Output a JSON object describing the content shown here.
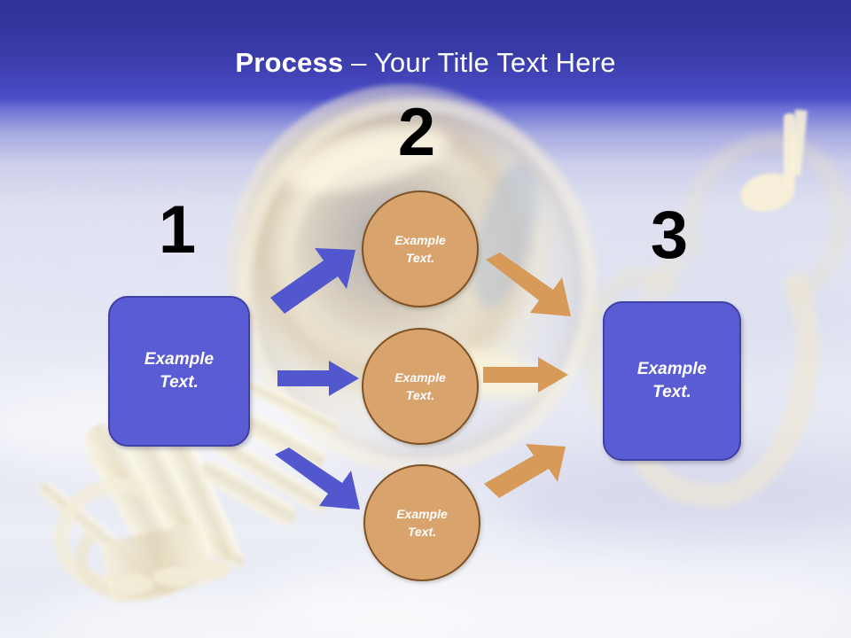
{
  "slide": {
    "title": {
      "strong": "Process",
      "rest": " – Your Title Text Here"
    },
    "colors": {
      "header_top": "#2f3296",
      "header_bottom": "#4a4cc6",
      "box_fill": "#5a5cd4",
      "box_border": "#3f3fa6",
      "circle_fill": "#d9a36d",
      "circle_border": "#7e5227",
      "arrow_blue": "#5357cd",
      "arrow_orange": "#d79a58",
      "number_color": "#000000",
      "title_color": "#ffffff"
    }
  },
  "steps": [
    {
      "number": "1",
      "label": "Example\nText."
    },
    {
      "number": "2",
      "label": ""
    },
    {
      "number": "3",
      "label": "Example\nText."
    }
  ],
  "circles": [
    {
      "label": "Example\nText."
    },
    {
      "label": "Example\nText."
    },
    {
      "label": "Example\nText."
    }
  ],
  "arrows": [
    {
      "name": "blue-arrow-up-right",
      "color": "#5357cd",
      "direction": "up-right"
    },
    {
      "name": "blue-arrow-right",
      "color": "#5357cd",
      "direction": "right"
    },
    {
      "name": "blue-arrow-down-right",
      "color": "#5357cd",
      "direction": "down-right"
    },
    {
      "name": "orange-arrow-down-right",
      "color": "#d79a58",
      "direction": "down-right"
    },
    {
      "name": "orange-arrow-right",
      "color": "#d79a58",
      "direction": "right"
    },
    {
      "name": "orange-arrow-up-right",
      "color": "#d79a58",
      "direction": "up-right"
    }
  ],
  "background": {
    "artwork": "brass-instrument-and-music-note"
  }
}
